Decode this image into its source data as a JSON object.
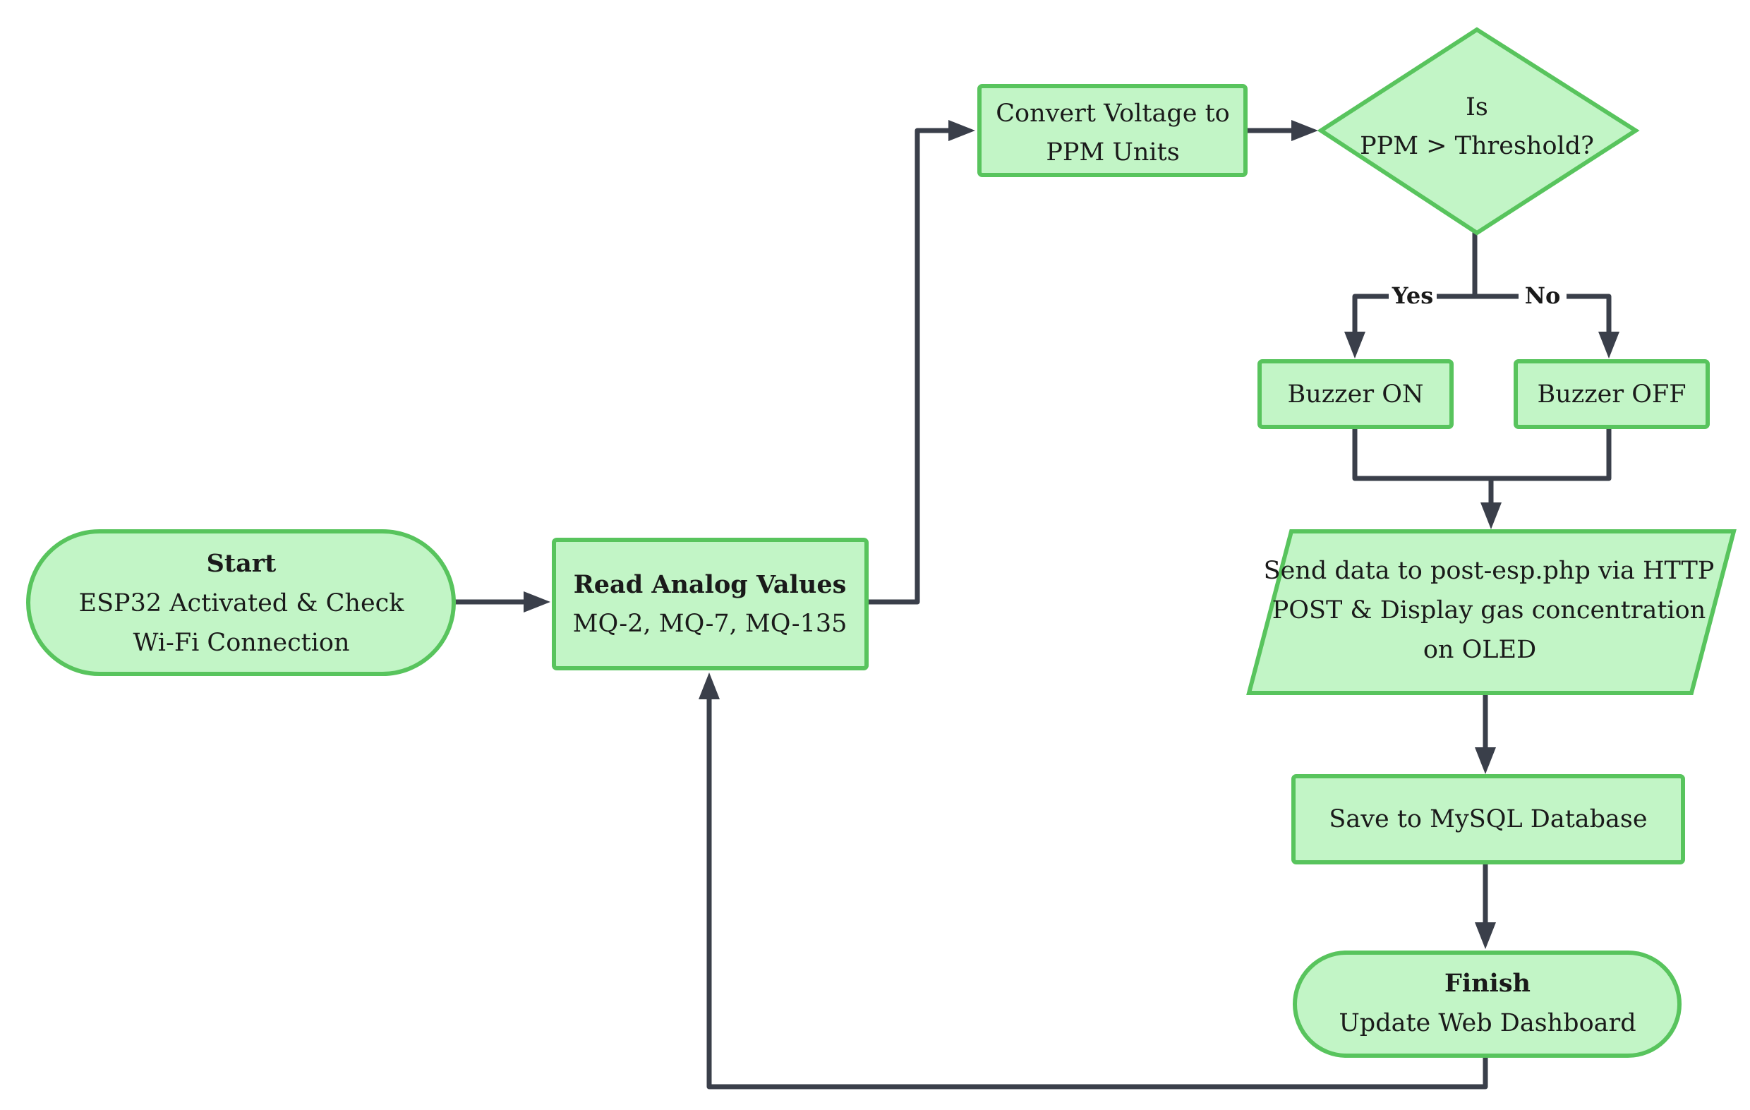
{
  "nodes": {
    "start": {
      "title": "Start",
      "lines": [
        "ESP32 Activated & Check",
        "Wi-Fi Connection"
      ]
    },
    "read": {
      "title": "Read Analog Values",
      "lines": [
        "MQ-2, MQ-7, MQ-135"
      ]
    },
    "convert": {
      "lines": [
        "Convert Voltage to",
        "PPM Units"
      ]
    },
    "decision": {
      "lines": [
        "Is",
        "PPM > Threshold?"
      ]
    },
    "buzzer_on": {
      "lines": [
        "Buzzer ON"
      ]
    },
    "buzzer_off": {
      "lines": [
        "Buzzer OFF"
      ]
    },
    "send": {
      "lines": [
        "Send data to post-esp.php via HTTP",
        "POST & Display gas concentration",
        "on OLED"
      ]
    },
    "save": {
      "lines": [
        "Save to MySQL Database"
      ]
    },
    "finish": {
      "title": "Finish",
      "lines": [
        "Update Web Dashboard"
      ]
    }
  },
  "edge_labels": {
    "yes": "Yes",
    "no": "No"
  },
  "colors": {
    "node_fill": "#c2f5c6",
    "node_stroke": "#58c45d",
    "edge": "#3a3f4a"
  }
}
